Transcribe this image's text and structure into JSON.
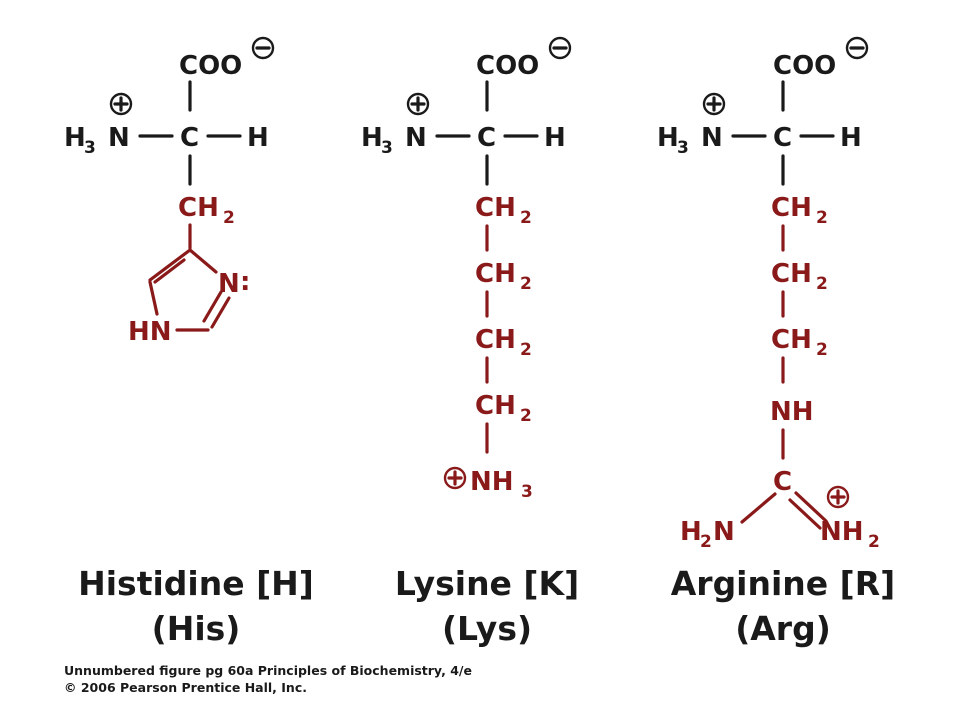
{
  "colors": {
    "backbone": "#1a1a1a",
    "side_chain": "#8a1a1a",
    "background": "#ffffff"
  },
  "backbone": {
    "carboxylate": "COO",
    "amino_n": "N",
    "amino_h": "H",
    "amino_sub": "3",
    "alpha_c": "C",
    "alpha_h": "H"
  },
  "histidine": {
    "ch2": "CH",
    "ch2_sub": "2",
    "ring_n": "N",
    "lone_pair": ":",
    "ring_nh": "HN",
    "name": "Histidine [H]",
    "abbr": "(His)"
  },
  "lysine": {
    "ch2": "CH",
    "ch2_sub": "2",
    "nh3": "NH",
    "nh3_sub": "3",
    "name": "Lysine [K]",
    "abbr": "(Lys)"
  },
  "arginine": {
    "ch2": "CH",
    "ch2_sub": "2",
    "nh": "NH",
    "c": "C",
    "h2n_h": "H",
    "h2n_sub": "2",
    "h2n_n": "N",
    "nh2": "NH",
    "nh2_sub": "2",
    "name": "Arginine [R]",
    "abbr": "(Arg)"
  },
  "credit": {
    "line1": "Unnumbered figure pg 60a  Principles of Biochemistry, 4/e",
    "line2": "© 2006 Pearson Prentice Hall, Inc."
  }
}
